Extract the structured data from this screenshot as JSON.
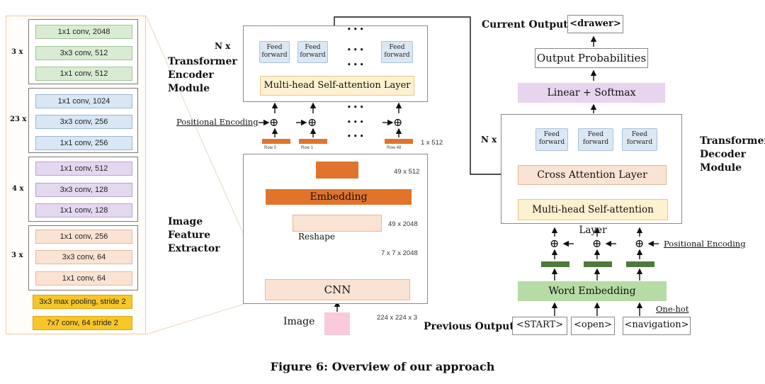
{
  "resnet": {
    "groups": [
      {
        "repeat": "3 x",
        "blocks": [
          "1x1 conv, 2048",
          "3x3 conv, 512",
          "1x1 conv, 512"
        ]
      },
      {
        "repeat": "23 x",
        "blocks": [
          "1x1 conv, 1024",
          "3x3 conv, 256",
          "1x1 conv, 256"
        ]
      },
      {
        "repeat": "4 x",
        "blocks": [
          "1x1 conv, 512",
          "3x3 conv, 128",
          "1x1 conv, 128"
        ]
      },
      {
        "repeat": "3 x",
        "blocks": [
          "1x1 conv, 256",
          "3x3 conv, 64",
          "1x1 conv, 64"
        ]
      }
    ],
    "pool": "3x3 max pooling, stride 2",
    "stem": "7x7 conv, 64 stride 2"
  },
  "encoder": {
    "nx": "N x",
    "title_lines": [
      "Transformer",
      "Encoder",
      "Module"
    ],
    "ff_label": "Feed forward",
    "dots": "• • •",
    "attention": "Multi-head Self-attention Layer",
    "positional": "Positional Encoding",
    "oplus": "⊕",
    "row_labels": [
      "Row 0",
      "Row 1",
      "Row 48"
    ],
    "dim_1x512": "1 x 512"
  },
  "extractor": {
    "title_lines": [
      "Image",
      "Feature",
      "Extractor"
    ],
    "dim_49x512": "49 x 512",
    "embedding": "Embedding",
    "dim_49x2048": "49 x 2048",
    "reshape": "Reshape",
    "dim_7x7x2048": "7 x 7 x 2048",
    "cnn": "CNN",
    "image_label": "Image",
    "dim_image": "224 x 224 x 3"
  },
  "decoder": {
    "current_output_label": "Current  Output",
    "current_output": "<drawer>",
    "output_prob": "Output Probabilities",
    "linear_softmax": "Linear + Softmax",
    "nx": "N x",
    "ff_label": "Feed forward",
    "title_lines": [
      "Transformer",
      "Decoder",
      "Module"
    ],
    "cross_attention": "Cross Attention Layer",
    "self_attention": "Multi-head Self-attention Layer",
    "oplus": "⊕",
    "positional": "Positional Encoding",
    "word_embedding": "Word Embedding",
    "one_hot": "One-hot",
    "previous_outputs": "Previous  Outputs",
    "tokens": [
      "<START>",
      "<open>",
      "<navigation>"
    ]
  },
  "caption": "Figure 6: Overview of our approach",
  "colors": {
    "orange": "#e0742c",
    "green_bar": "#4e7a3c",
    "word_embedding": "#b6dba4",
    "linear_softmax": "#e8d4ef",
    "attention": "#fdf1cf",
    "cross_attention": "#fbe3d3",
    "image": "#f9c9dc"
  }
}
